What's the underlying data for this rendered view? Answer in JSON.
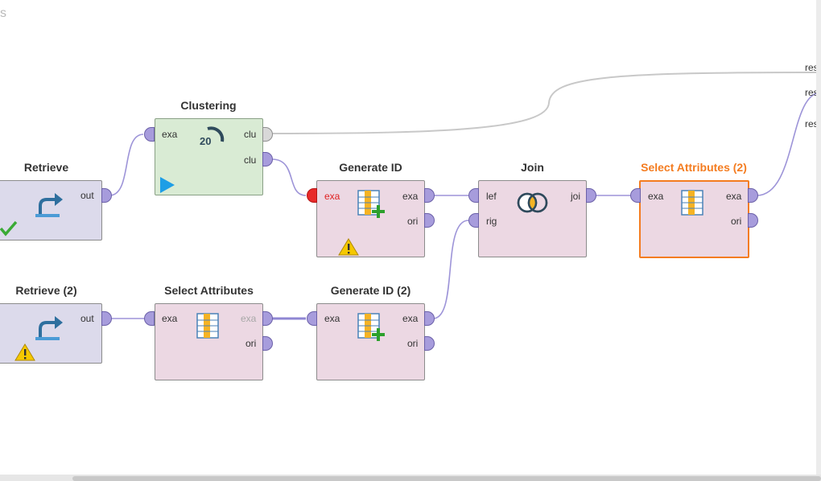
{
  "corner_text": "s",
  "result_ports": [
    "res",
    "res",
    "res"
  ],
  "operators": {
    "retrieve": {
      "title": "Retrieve",
      "out": "out"
    },
    "retrieve2": {
      "title": "Retrieve (2)",
      "out": "out"
    },
    "clustering": {
      "title": "Clustering",
      "in": "exa",
      "out1": "clu",
      "out2": "clu",
      "k": "20"
    },
    "generate_id": {
      "title": "Generate ID",
      "in": "exa",
      "out1": "exa",
      "out2": "ori"
    },
    "generate_id2": {
      "title": "Generate ID (2)",
      "in": "exa",
      "out1": "exa",
      "out2": "ori"
    },
    "select_attributes": {
      "title": "Select Attributes",
      "in": "exa",
      "out1": "exa",
      "out2": "ori"
    },
    "join": {
      "title": "Join",
      "in1": "lef",
      "in2": "rig",
      "out": "joi"
    },
    "select_attributes2": {
      "title": "Select Attributes (2)",
      "in": "exa",
      "out1": "exa",
      "out2": "ori"
    }
  },
  "colors": {
    "selected": "#f47c20",
    "port": "#a79cdc",
    "wire": "#9d94d8",
    "warning": "#f5c800",
    "success": "#3aaa35",
    "run": "#1e9ee6"
  }
}
